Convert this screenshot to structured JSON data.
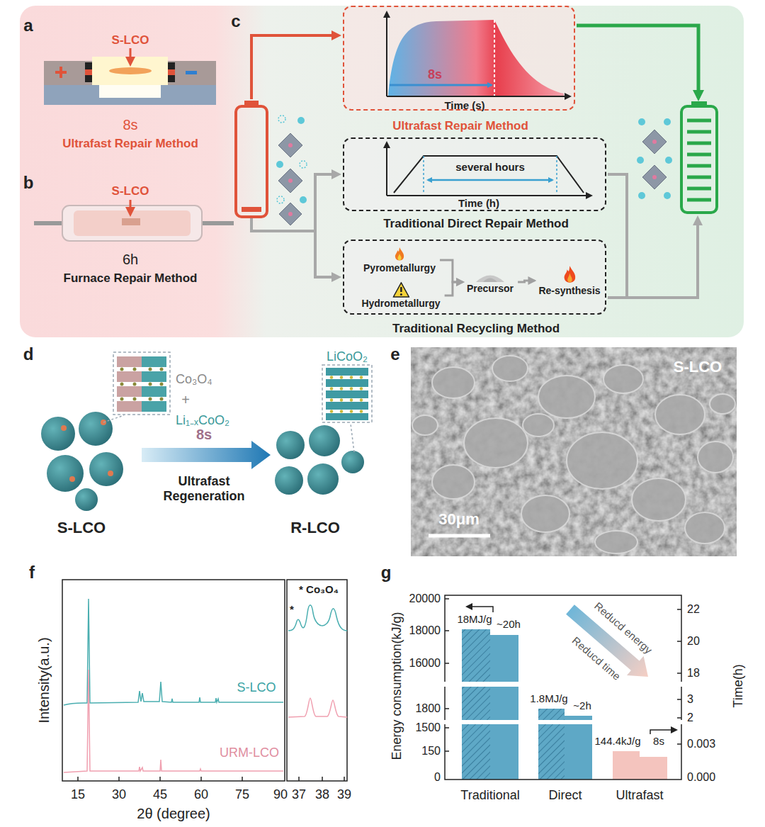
{
  "diagram": {
    "nodes": [
      {
        "text": [
          "8s",
          "Time (s)",
          "Ultrafast Repair Method"
        ]
      },
      {
        "text": [
          "several hours",
          "Time (h)",
          "Traditional Direct Repair Method"
        ]
      },
      {
        "text": [
          "Traditional Recycling Method"
        ]
      },
      {
        "text": [
          "Pyrometallurgy"
        ],
        "in": 2
      },
      {
        "text": [
          "Hydrometallurgy"
        ],
        "in": 2
      },
      {
        "text": [
          "Precursor"
        ],
        "in": 2
      },
      {
        "text": [
          "Re-synthesis"
        ],
        "in": 2
      }
    ],
    "edges": [
      {
        "from": 3,
        "to": 5,
        "arrow": "to"
      },
      {
        "from": 4,
        "to": 5,
        "arrow": "to"
      },
      {
        "from": 5,
        "to": 6,
        "arrow": "to"
      }
    ],
    "labels": [
      "a",
      "S-LCO",
      "8s",
      "Ultrafast Repair Method",
      "b",
      "S-LCO",
      "6h",
      "Furnace Repair Method",
      "c",
      "d",
      "Co₃O₄",
      "+",
      "Li₁₋ₓCoO₂",
      "LiCoO₂",
      "8s",
      "Ultrafast Regeneration",
      "S-LCO",
      "R-LCO",
      "e",
      "S-LCO",
      "30μm",
      "f",
      "Intensity(a.u.)",
      "2θ (degree)",
      "15",
      "30",
      "45",
      "60",
      "75",
      "90",
      "37",
      "38",
      "39",
      "* Co₃O₄",
      "*",
      "S-LCO",
      "URM-LCO",
      "g",
      "Energy consumption(kJ/g)",
      "Time(h)",
      "20000",
      "18000",
      "16000",
      "1800",
      "1500",
      "150",
      "0",
      "22",
      "20",
      "18",
      "3",
      "2",
      "0.003",
      "0.000",
      "18MJ/g",
      "~20h",
      "1.8MJ/g",
      "~2h",
      "144.4kJ/g",
      "8s",
      "Traditional",
      "Direct",
      "Ultrafast",
      "Reducd energy",
      "Reducd time"
    ]
  }
}
